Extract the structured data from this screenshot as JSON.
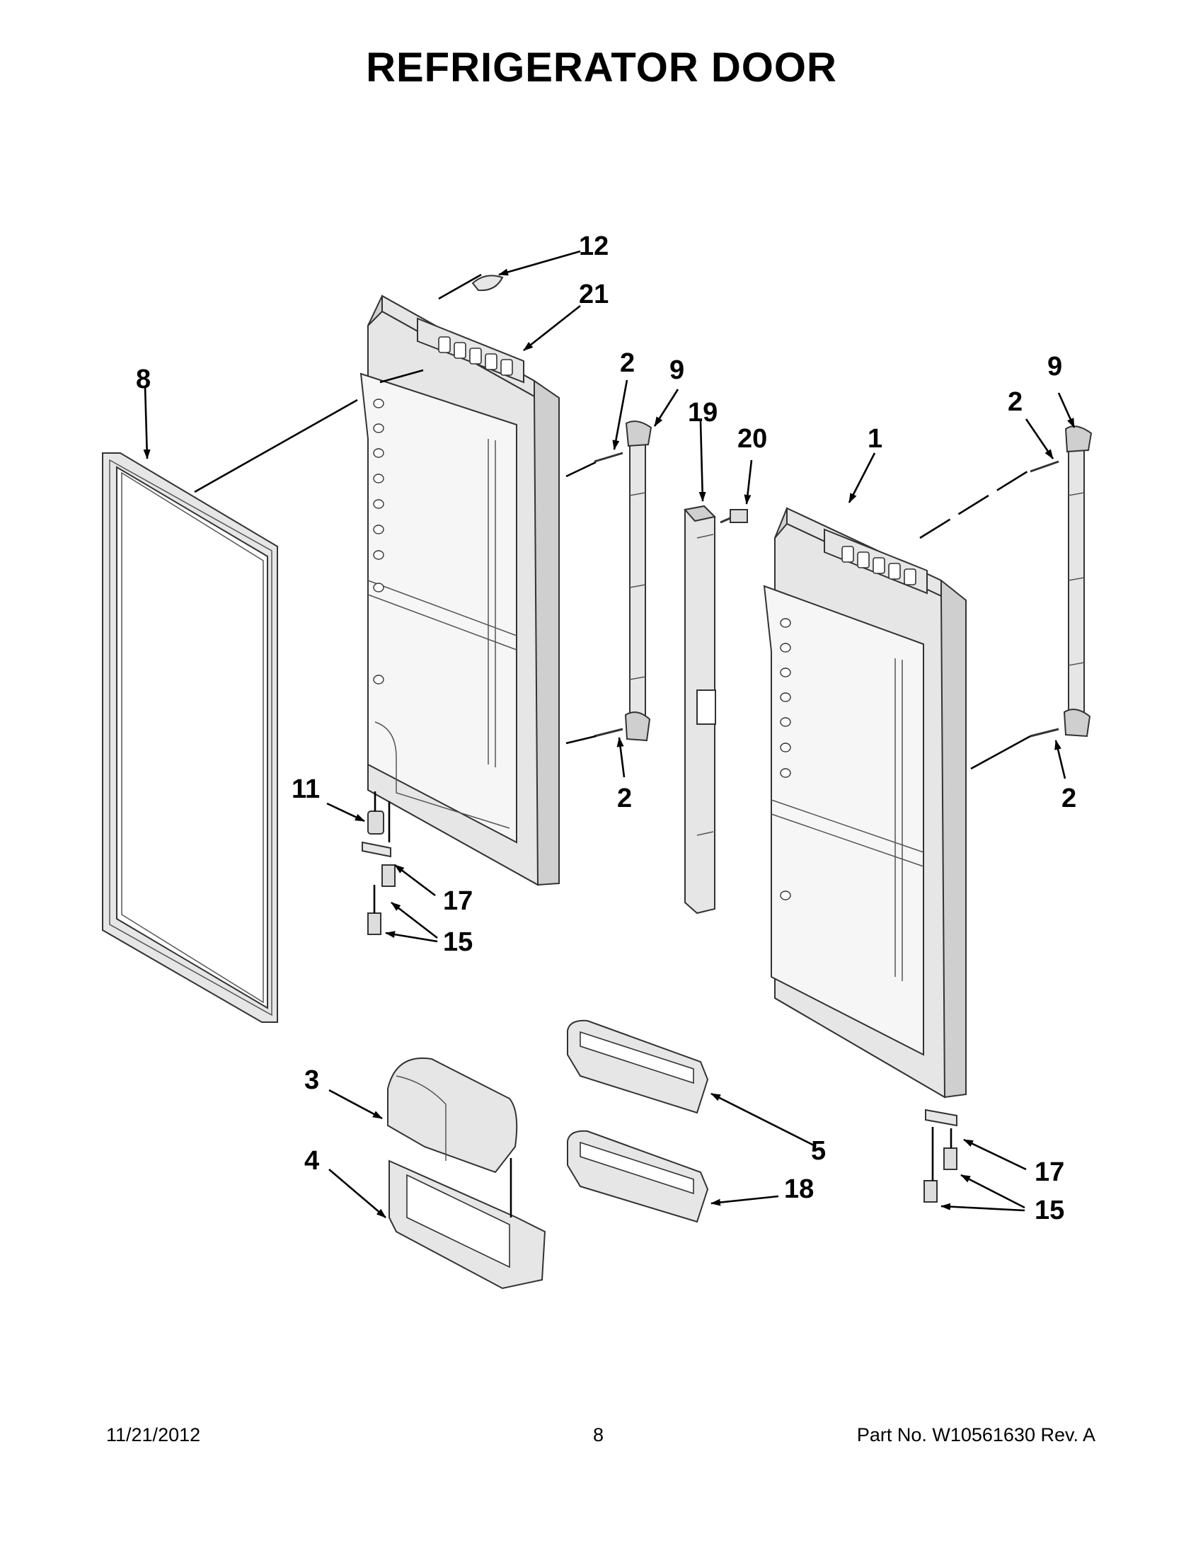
{
  "page": {
    "title": "REFRIGERATOR DOOR",
    "footer": {
      "date": "11/21/2012",
      "page_number": "8",
      "part_no": "Part No.  W10561630  Rev.  A"
    }
  },
  "callouts": {
    "c12": "12",
    "c21": "21",
    "c8": "8",
    "c2a": "2",
    "c9a": "9",
    "c19": "19",
    "c20": "20",
    "c1": "1",
    "c2b": "2",
    "c9b": "9",
    "c2c": "2",
    "c2d": "2",
    "c11": "11",
    "c17a": "17",
    "c15a": "15",
    "c3": "3",
    "c4": "4",
    "c5": "5",
    "c18": "18",
    "c17b": "17",
    "c15b": "15"
  }
}
